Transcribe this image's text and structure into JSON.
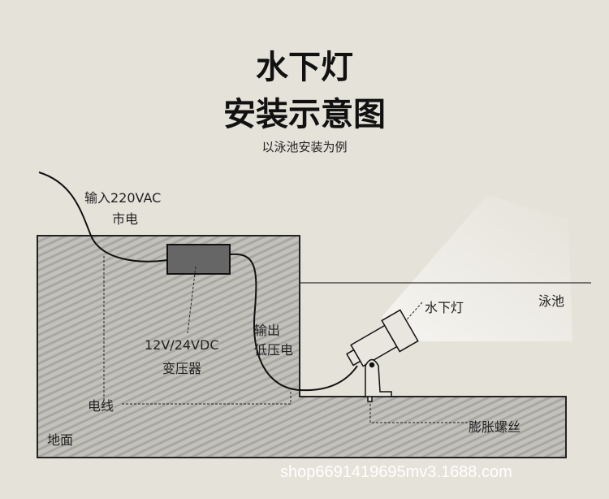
{
  "title_line1": "水下灯",
  "title_line2": "安装示意图",
  "subtitle": "以泳池安装为例",
  "labels": {
    "input_line1": "输入220VAC",
    "input_line2": "市电",
    "transformer_line1": "12V/24VDC",
    "transformer_line2": "变压器",
    "output_line1": "输出",
    "output_line2": "低压电",
    "wire": "电线",
    "ground": "地面",
    "pool": "泳池",
    "lamp": "水下灯",
    "anchor_bolt": "膨胀螺丝"
  },
  "watermark": "shop6691419695mv3.1688.com",
  "colors": {
    "background": "#e5e2d9",
    "ground": "#b9b7b2",
    "transformer": "#666666"
  }
}
